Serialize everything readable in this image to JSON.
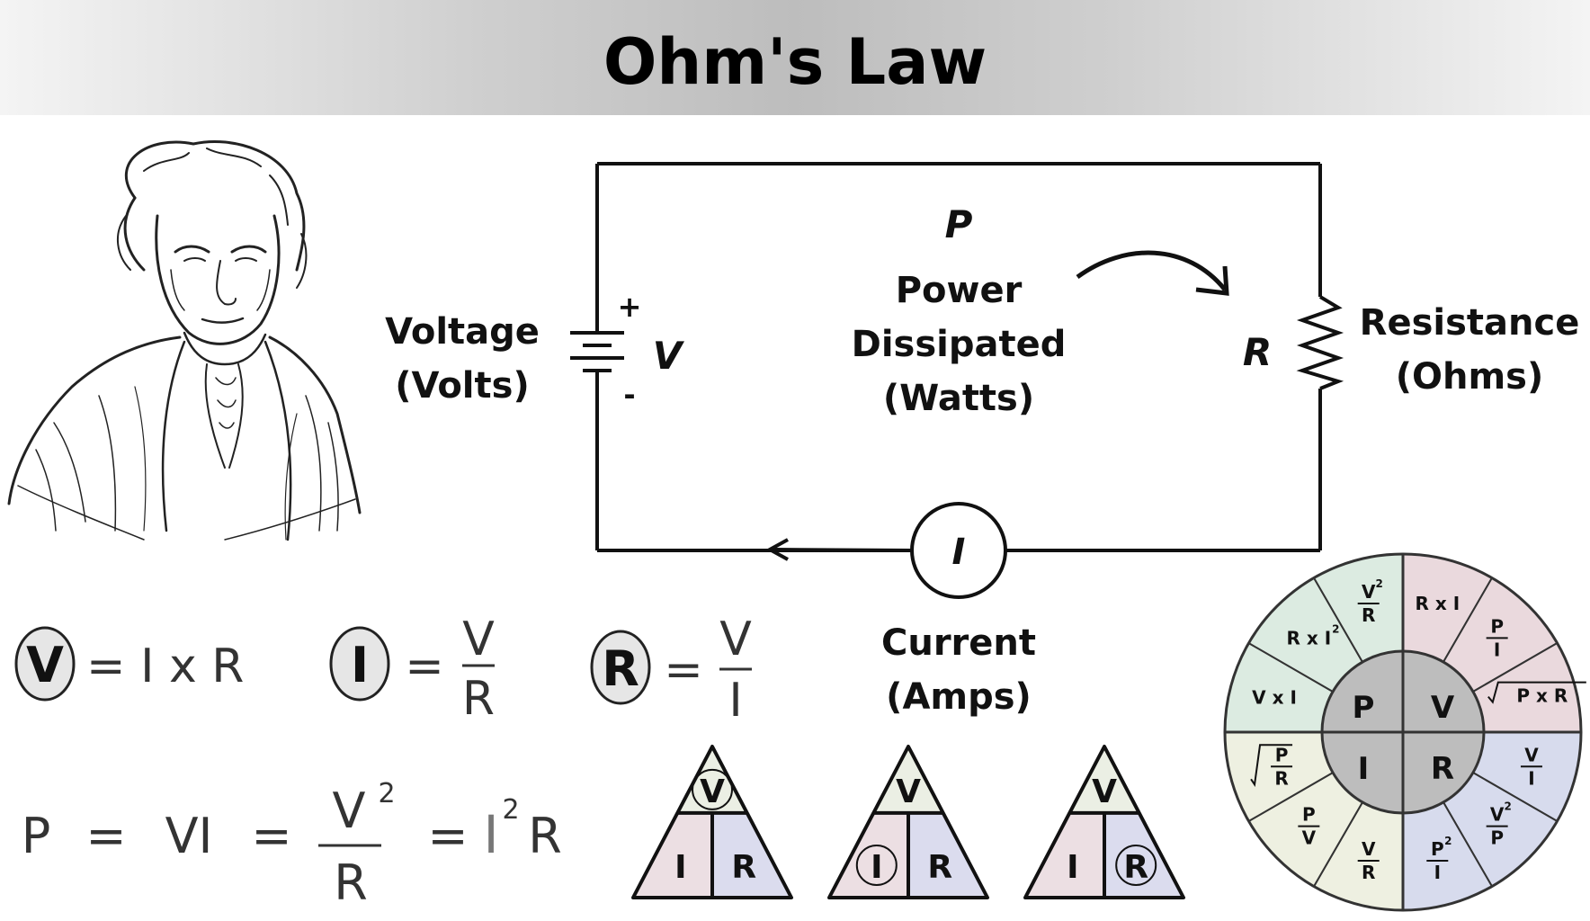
{
  "title": "Ohm's Law",
  "circuit": {
    "power_symbol": "P",
    "power_line1": "Power",
    "power_line2": "Dissipated",
    "power_line3": "(Watts)",
    "voltage_line1": "Voltage",
    "voltage_line2": "(Volts)",
    "voltage_symbol": "V",
    "plus": "+",
    "minus": "-",
    "resistance_line1": "Resistance",
    "resistance_line2": "(Ohms)",
    "resistance_symbol": "R",
    "current_symbol": "I",
    "current_line1": "Current",
    "current_line2": "(Amps)"
  },
  "equations": {
    "v_lhs": "V",
    "v_rhs": "= I x R",
    "i_lhs": "I",
    "i_eq": "=",
    "i_num": "V",
    "i_den": "R",
    "r_lhs": "R",
    "r_eq": "=",
    "r_num": "V",
    "r_den": "I",
    "p_lhs": "P",
    "p_eq1": "=",
    "p_vi": "VI",
    "p_eq2": "=",
    "p_frac_num": "V",
    "p_frac_exp": "2",
    "p_frac_den": "R",
    "p_eq3": "=",
    "p_last_i": "I",
    "p_last_exp": "2",
    "p_last_r": "R"
  },
  "triangles": [
    {
      "top": "V",
      "left": "I",
      "right": "R",
      "circled": "top"
    },
    {
      "top": "V",
      "left": "I",
      "right": "R",
      "circled": "left"
    },
    {
      "top": "V",
      "left": "I",
      "right": "R",
      "circled": "right"
    }
  ],
  "wheel": {
    "center": {
      "p": "P",
      "v": "V",
      "i": "I",
      "r": "R"
    },
    "colors": {
      "green": "#dcebe1",
      "pink": "#ead9dd",
      "blue": "#d7dbed",
      "cream": "#eef0e1",
      "inner": "#bdbdbd"
    },
    "segments": {
      "v2_over_r_num": "V",
      "v2_over_r_exp": "2",
      "v2_over_r_den": "R",
      "r_times_i": "R x I",
      "p_over_i_num": "P",
      "p_over_i_den": "I",
      "r_times_i2": "R x I",
      "r_times_i2_exp": "2",
      "v_times_i": "V x I",
      "sqrt_p_times_r": "P x R",
      "sqrt_p_over_r_num": "P",
      "sqrt_p_over_r_den": "R",
      "v_over_i_num": "V",
      "v_over_i_den": "I",
      "p_over_v_num": "P",
      "p_over_v_den": "V",
      "v_over_r_num": "V",
      "v_over_r_den": "R",
      "p_over_i2_num": "P",
      "p_over_i2_den": "I",
      "p_over_i2_exp": "2",
      "v2_over_p_num": "V",
      "v2_over_p_exp": "2",
      "v2_over_p_den": "P"
    }
  },
  "colors": {
    "tri_top": "#ebefe4",
    "tri_left": "#ecdfe3",
    "tri_right": "#dbdcee",
    "circle_fill": "#e6e6e6"
  }
}
